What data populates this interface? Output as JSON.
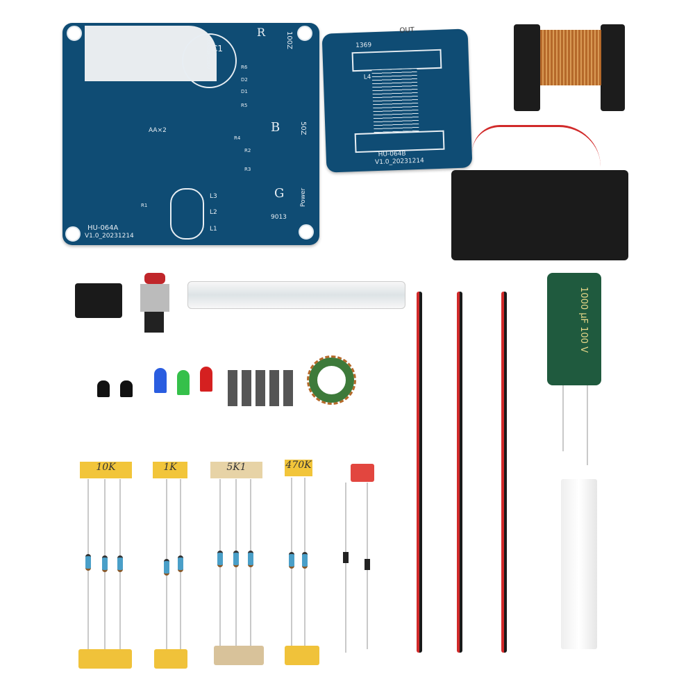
{
  "board_a": {
    "model": "HU-064A",
    "version": "V1.0_20231214",
    "battery": "AA×2",
    "cap": "C1",
    "cap_value": "1000uF/100V",
    "led_r": "R",
    "led_r_code": "100Z",
    "led_b": "B",
    "led_b_code": "50Z",
    "led_g": "G",
    "power": "Power",
    "transistor": "9013",
    "coils": [
      "L3",
      "L2",
      "L1"
    ],
    "resistors": [
      "R1",
      "R2",
      "R3",
      "R4",
      "R5",
      "R6"
    ],
    "diodes": [
      "D1",
      "D2"
    ]
  },
  "board_b": {
    "model": "HU-064B",
    "version": "V1.0_20231214",
    "out": "OUT",
    "code": "1369",
    "coil": "L4"
  },
  "capacitor": {
    "label": "1000 µF 100 V"
  },
  "resistor_tags": [
    "10K",
    "1K",
    "5K1",
    "470K"
  ],
  "colors": {
    "pcb": "#0f4c74",
    "wire_red": "#d12a2a",
    "wire_black": "#1a1a1a",
    "capacitor": "#1f5a3e",
    "tape": "#f2c53a"
  }
}
